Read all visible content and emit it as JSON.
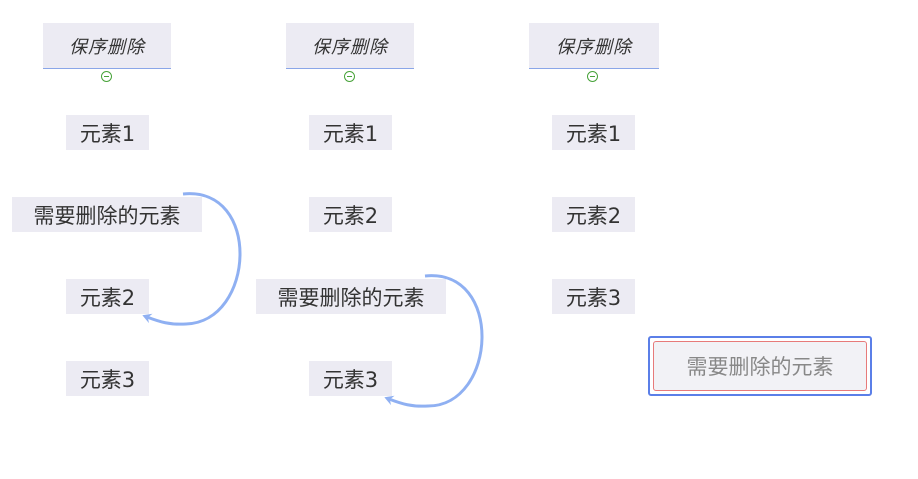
{
  "columns": [
    {
      "header": "保序删除",
      "nodes": [
        "元素1",
        "需要删除的元素",
        "元素2",
        "元素3"
      ]
    },
    {
      "header": "保序删除",
      "nodes": [
        "元素1",
        "元素2",
        "需要删除的元素",
        "元素3"
      ]
    },
    {
      "header": "保序删除",
      "nodes": [
        "元素1",
        "元素2",
        "元素3"
      ]
    }
  ],
  "dragged_node": "需要删除的元素",
  "colors": {
    "arrow": "#8fb0f2",
    "node_bg": "#ecebf3",
    "collapse_icon": "#48a33a",
    "drag_border": "#5b7fe8",
    "drag_inner_border": "#e77a7a"
  }
}
